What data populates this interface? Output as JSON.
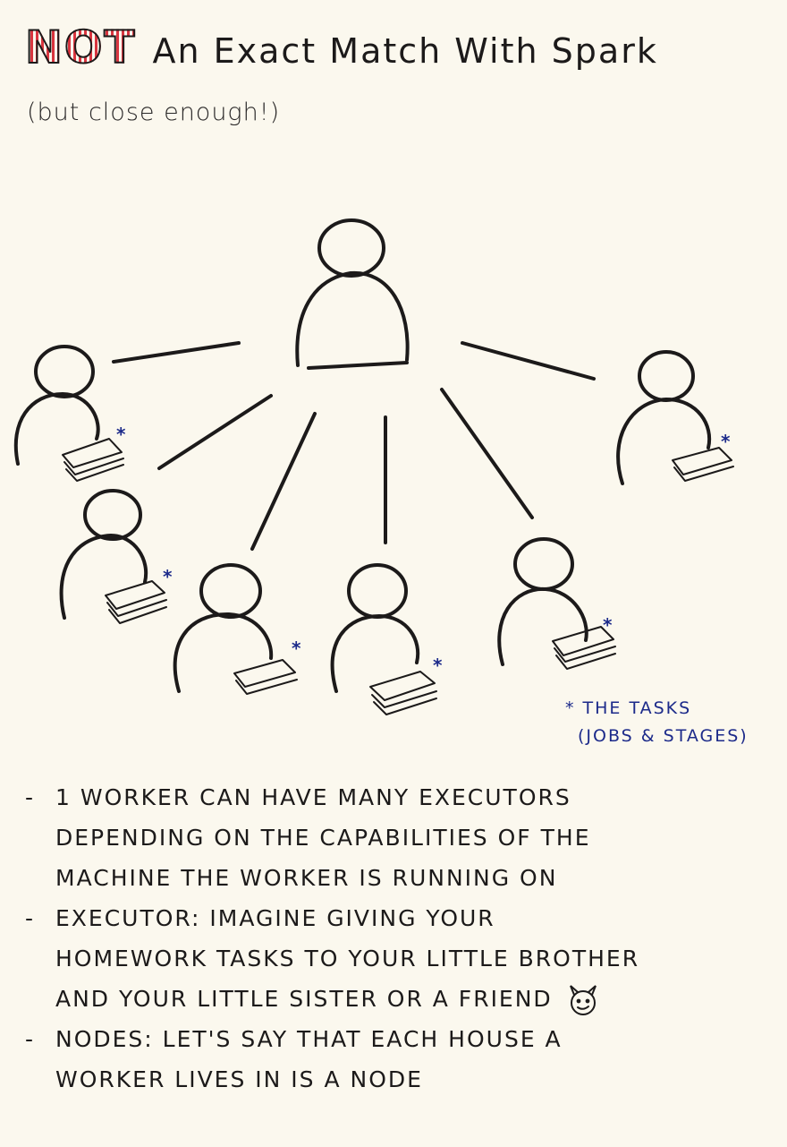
{
  "title": {
    "emphasis": "NOT",
    "rest": "An Exact Match With Spark"
  },
  "subtitle": "(but close enough!)",
  "tasks_note": {
    "star": "*",
    "line1": "THE TASKS",
    "line2": "(JOBS & STAGES)"
  },
  "notes": [
    {
      "dash": "-",
      "lines": [
        "1 WORKER CAN HAVE MANY EXECUTORS",
        "DEPENDING ON THE CAPABILITIES OF THE",
        "MACHINE THE WORKER IS RUNNING ON"
      ]
    },
    {
      "dash": "-",
      "lines": [
        "EXECUTOR: IMAGINE GIVING YOUR",
        "HOMEWORK TASKS TO YOUR LITTLE BROTHER",
        "AND YOUR LITTLE SISTER OR A FRIEND"
      ]
    },
    {
      "dash": "-",
      "lines": [
        "NODES: LET'S SAY THAT EACH HOUSE A",
        "WORKER LIVES IN IS A NODE"
      ]
    }
  ],
  "icons": {
    "person": "person-icon",
    "paper_stack": "paper-stack-icon",
    "asterisk": "asterisk-icon",
    "devil_smiley": "devil-smiley-icon"
  },
  "colors": {
    "ink": "#1c1a1a",
    "blue_ink": "#1c2a8a",
    "red_marker": "#d9353f",
    "paper": "#fbf8ee"
  }
}
